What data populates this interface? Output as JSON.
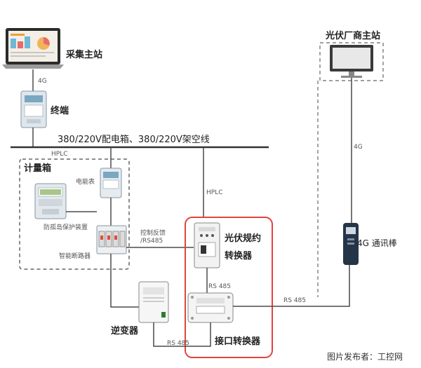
{
  "labels": {
    "collection_station": "采集主站",
    "terminal": "终端",
    "bus_line": "380/220V配电箱、380/220V架空线",
    "pv_master_station": "光伏厂商主站",
    "metering_box": "计量箱",
    "electric_meter": "电能表",
    "anti_islanding": "防孤岛保护装置",
    "smart_breaker": "智能断路器",
    "control_feedback": "控制反馈",
    "rs485_slash": "/RS485",
    "pv_protocol_converter_line1": "光伏规约",
    "pv_protocol_converter_line2": "转换器",
    "interface_converter": "接口转换器",
    "inverter": "逆变器",
    "comm_stick": "4G 通讯棒",
    "watermark": "图片发布者：工控网"
  },
  "link_labels": {
    "station_terminal": "4G",
    "hplc_left": "HPLC",
    "hplc_right": "HPLC",
    "pv_4g": "4G",
    "rs485_between": "RS 485",
    "rs485_right": "RS 485",
    "rs485_bottom": "RS 485"
  },
  "colors": {
    "line": "#4a4a4a",
    "highlight_box": "#e0443e",
    "dashed": "#666666"
  }
}
